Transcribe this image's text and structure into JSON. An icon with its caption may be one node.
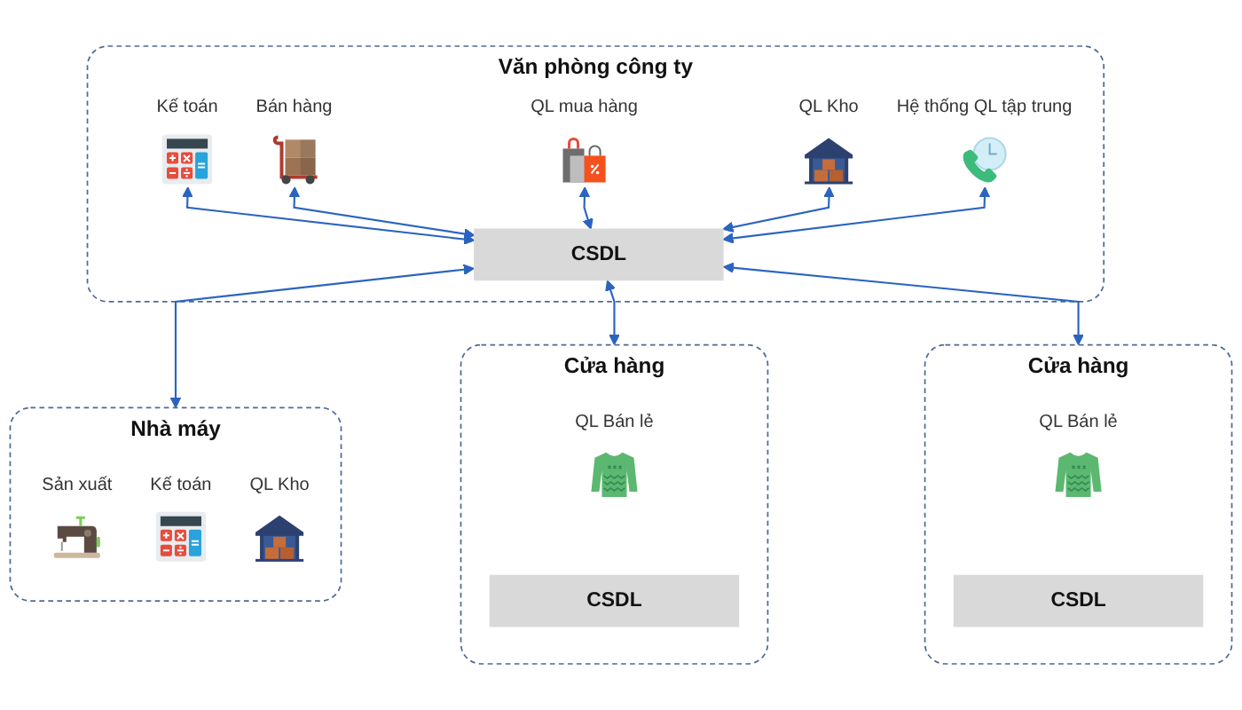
{
  "diagram": {
    "nodes": [
      {
        "text": [
          "Văn phòng công ty"
        ]
      },
      {
        "text": [
          "Kế toán"
        ],
        "in": 0
      },
      {
        "text": [
          "Bán hàng"
        ],
        "in": 0
      },
      {
        "text": [
          "QL mua hàng"
        ],
        "in": 0
      },
      {
        "text": [
          "QL Kho"
        ],
        "in": 0
      },
      {
        "text": [
          "Hệ thống QL tập trung"
        ],
        "in": 0
      },
      {
        "text": [
          "CSDL"
        ],
        "in": 0
      },
      {
        "text": [
          "Nhà máy"
        ]
      },
      {
        "text": [
          "Sản xuất"
        ],
        "in": 7
      },
      {
        "text": [
          "Kế toán"
        ],
        "in": 7
      },
      {
        "text": [
          "QL Kho"
        ],
        "in": 7
      },
      {
        "text": [
          "Cửa hàng"
        ]
      },
      {
        "text": [
          "QL Bán lẻ"
        ],
        "in": 11
      },
      {
        "text": [
          "CSDL"
        ],
        "in": 11
      },
      {
        "text": [
          "Cửa hàng"
        ]
      },
      {
        "text": [
          "QL Bán lẻ"
        ],
        "in": 14
      },
      {
        "text": [
          "CSDL"
        ],
        "in": 14
      }
    ],
    "edges": [
      {
        "from": 1,
        "to": 6,
        "arrow": "both"
      },
      {
        "from": 2,
        "to": 6,
        "arrow": "both"
      },
      {
        "from": 3,
        "to": 6,
        "arrow": "both"
      },
      {
        "from": 4,
        "to": 6,
        "arrow": "both"
      },
      {
        "from": 5,
        "to": 6,
        "arrow": "both"
      },
      {
        "from": 6,
        "to": 7,
        "arrow": "both"
      },
      {
        "from": 6,
        "to": 11,
        "arrow": "both"
      },
      {
        "from": 6,
        "to": 14,
        "arrow": "both"
      }
    ]
  }
}
